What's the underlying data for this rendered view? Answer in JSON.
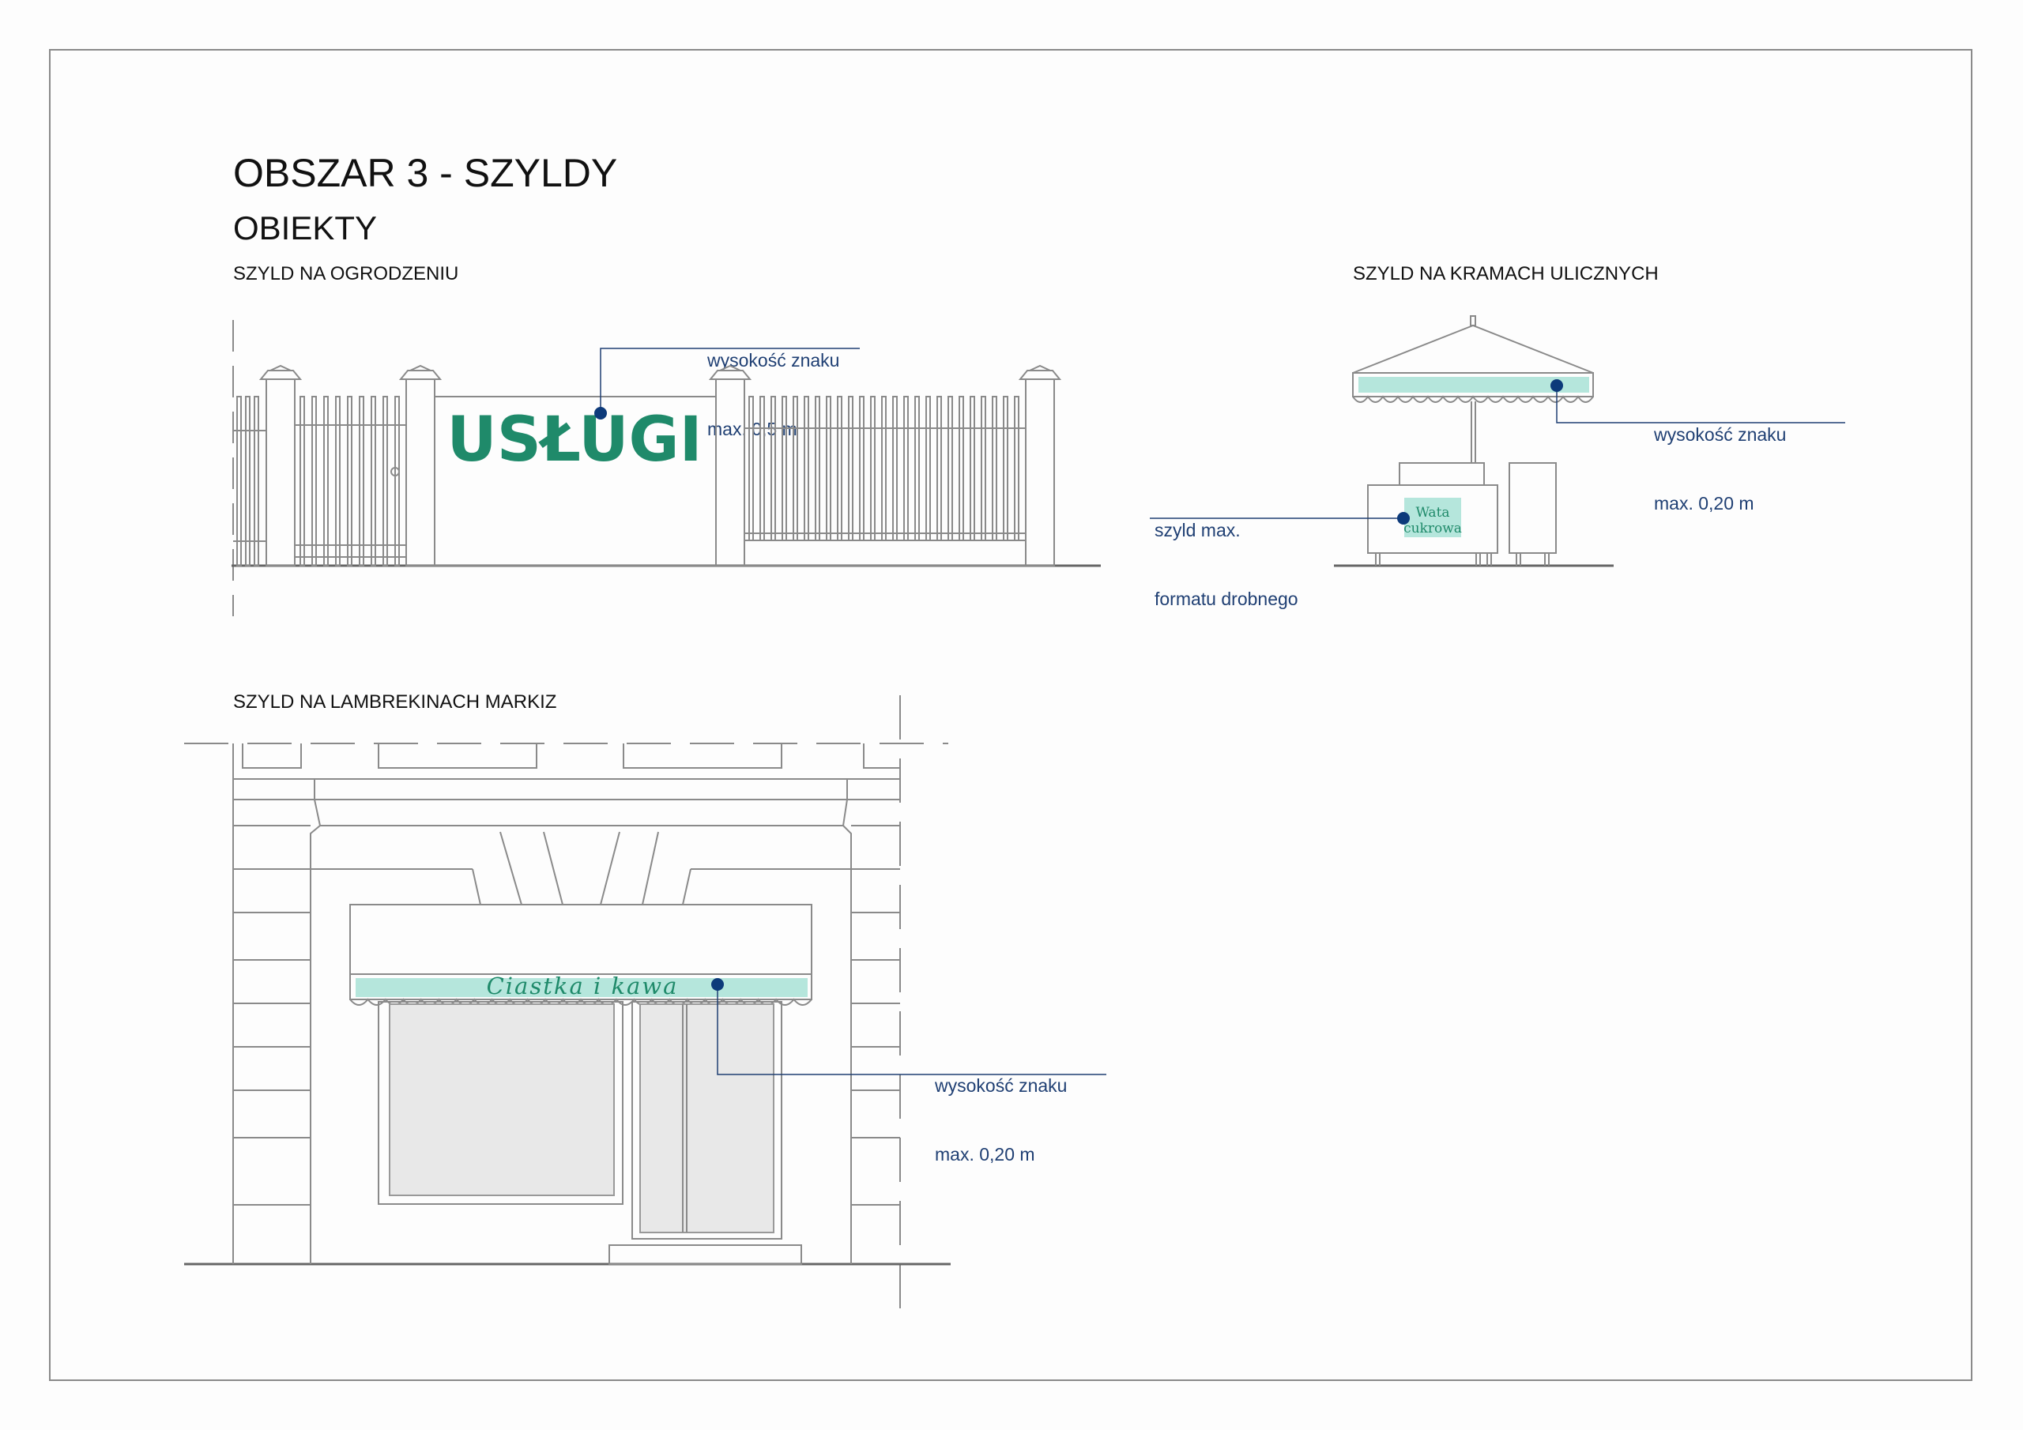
{
  "title": "OBSZAR 3 - SZYLDY",
  "subtitle": "OBIEKTY",
  "sections": {
    "fence": "SZYLD NA OGRODZENIU",
    "stall": "SZYLD NA KRAMACH ULICZNYCH",
    "awning": "SZYLD NA LAMBREKINACH MARKIZ"
  },
  "annotations": {
    "fence": [
      "wysokość znaku",
      "max. 0,5 m"
    ],
    "stall_umbrella": [
      "wysokość znaku",
      "max. 0,20 m"
    ],
    "stall_small": [
      "szyld max.",
      "formatu drobnego"
    ],
    "awning": [
      "wysokość znaku",
      "max. 0,20 m"
    ]
  },
  "signs": {
    "fence_sign": "USŁUGI",
    "stall_sign": [
      "Wata",
      "cukrowa"
    ],
    "awning_sign": "Ciastka i kawa"
  },
  "colors": {
    "sign_green": "#1f8a6a",
    "sign_band": "#b5e6dc",
    "annotation": "#1f3f73",
    "marker": "#0d3a7a",
    "line": "#8a8a8a"
  }
}
